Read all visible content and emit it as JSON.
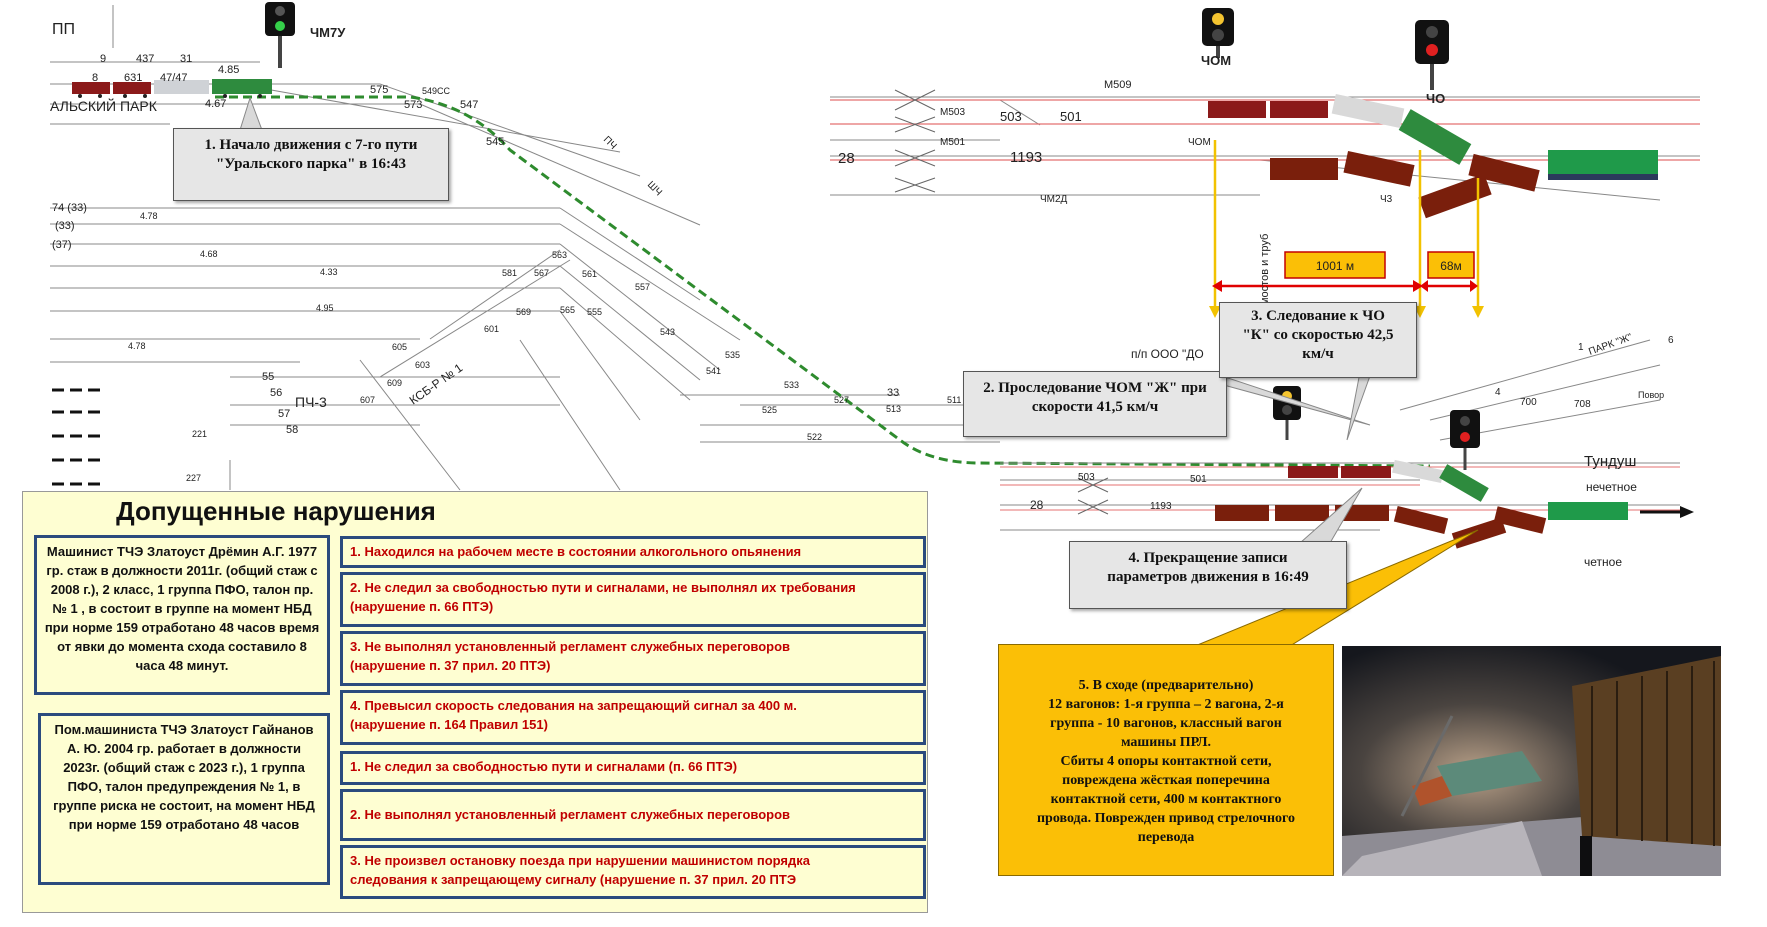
{
  "labels": {
    "pp": "ПП",
    "park_name": "АЛЬСКИЙ ПАРК",
    "chm7u": "ЧМ7У",
    "chom": "ЧОМ",
    "cho": "ЧО",
    "tundush": "Тундуш",
    "odd": "нечетное",
    "even": "четное",
    "bridges": "мостов и труб",
    "pch3": "ПЧ-3",
    "ksb": "КСБ-Р № 1",
    "park_zh": "ПАРК \"Ж\"",
    "pp_ooo": "п/п ООО \"ДО",
    "povor": "Повор",
    "m509": "М509",
    "m503": "М503",
    "m501": "М501",
    "chm2d": "ЧМ2Д",
    "chom_small": "ЧОМ",
    "ch3": "Ч3",
    "pch": "ПЧ",
    "shch": "ШЧ"
  },
  "track_numbers": {
    "t9": "9",
    "t437": "437",
    "t31": "31",
    "t8": "8",
    "t631": "631",
    "t4747": "47/47",
    "t485": "4.85",
    "t467": "4.67",
    "t575": "575",
    "t573": "573",
    "t549": "549СС",
    "t547": "547",
    "t545": "545",
    "t478": "4.78",
    "t468": "4.68",
    "t433": "4.33",
    "t495": "4.95",
    "t478b": "4.78",
    "t563": "563",
    "t581": "581",
    "t567": "567",
    "t561": "561",
    "t557": "557",
    "t569": "569",
    "t565": "565",
    "t555": "555",
    "t601": "601",
    "t543": "543",
    "t605": "605",
    "t603": "603",
    "t609": "609",
    "t607": "607",
    "t535": "535",
    "t541": "541",
    "t533": "533",
    "t527": "527",
    "t525": "525",
    "t513": "513",
    "t511": "511",
    "t522": "522",
    "t33": "33",
    "t55": "55",
    "t56": "56",
    "t57": "57",
    "t58": "58",
    "t221": "221",
    "t227": "227",
    "t503": "503",
    "t501": "501",
    "t1193": "1193",
    "t28": "28",
    "t74": "74 (33)",
    "t33a": "(33)",
    "t37": "(37)",
    "t503b": "503",
    "t1193b": "1193",
    "t28b": "28",
    "t501b": "501",
    "t700": "700",
    "t708": "708",
    "t4": "4",
    "t6": "6",
    "t1": "1"
  },
  "measures": {
    "dist1": "1001 м",
    "dist2": "68м"
  },
  "callouts": {
    "c1": [
      "1. Начало движения с 7-го пути",
      "\"Уральского парка\" в 16:43"
    ],
    "c2": [
      "2. Проследование ЧОМ \"Ж\" при",
      "скорости 41,5 км/ч"
    ],
    "c3": [
      "3. Следование к ЧО",
      "\"К\" со скоростью 42,5",
      "км/ч"
    ],
    "c4": [
      "4. Прекращение записи",
      "параметров движения в 16:49"
    ]
  },
  "panel": {
    "title": "Допущенные нарушения",
    "driver": "Машинист ТЧЭ Златоуст Дрёмин А.Г. 1977 гр. стаж в должности 2011г. (общий стаж с 2008 г.), 2 класс, 1 группа ПФО, талон пр. № 1 , в состоит в группе на момент НБД при норме 159 отработано 48 часов время от явки до момента схода составило 8 часа 48 минут.",
    "assistant": "Пом.машиниста ТЧЭ Златоуст Гайнанов А. Ю. 2004 гр. работает в должности 2023г. (общий стаж с 2023 г.), 1 группа ПФО, талон предупреждения № 1, в группе риска не состоит, на момент НБД при норме 159 отработано 48 часов",
    "violations": [
      [
        "1. Находился на рабочем месте в состоянии алкогольного опьянения"
      ],
      [
        "2. Не следил за свободностью пути и сигналами, не выполнял их требования",
        "(нарушение п. 66 ПТЭ)"
      ],
      [
        "3. Не выполнял установленный регламент служебных переговоров",
        "(нарушение п. 37 прил. 20 ПТЭ)"
      ],
      [
        "4. Превысил скорость следования на запрещающий сигнал за 400 м.",
        "(нарушение п. 164 Правил 151)"
      ],
      [
        "1. Не следил за свободностью пути и сигналами (п. 66 ПТЭ)"
      ],
      [
        "2. Не выполнял установленный регламент служебных переговоров"
      ],
      [
        "3. Не произвел остановку поезда при нарушении машинистом порядка",
        "следования к запрещающему сигналу (нарушение п. 37 прил. 20 ПТЭ"
      ]
    ]
  },
  "derailment": [
    "5. В сходе (предварительно)",
    "12 вагонов: 1-я группа – 2 вагона, 2-я",
    "группа - 10 вагонов, классный вагон",
    "машины ПРЛ.",
    "Сбиты 4 опоры контактной сети,",
    "повреждена жёсткая поперечина",
    "контактной сети, 400 м контактного",
    "провода. Поврежден привод стрелочного",
    "перевода"
  ],
  "colors": {
    "route": "#2e8b2e",
    "violation_text": "#c00000",
    "box_border": "#2b4b7e",
    "panel_bg": "#fefed2",
    "callout_yellow": "#fbbf06",
    "measure_red": "#e00000"
  }
}
